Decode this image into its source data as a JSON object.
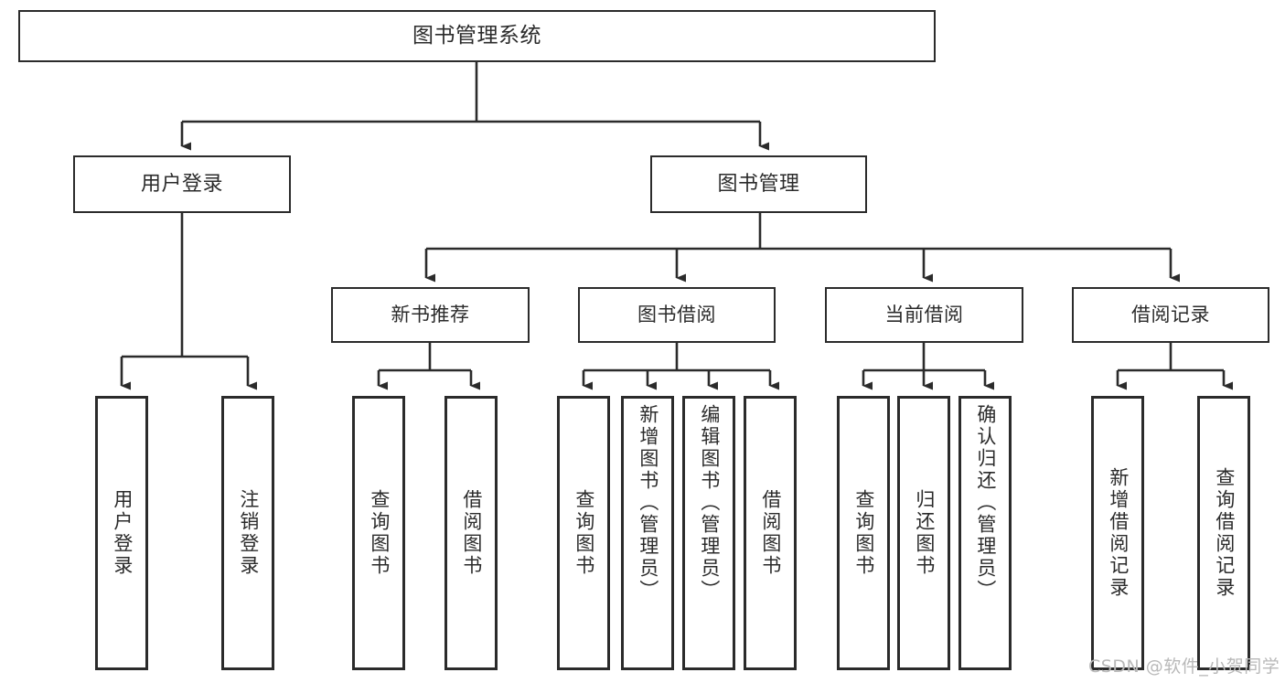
{
  "diagram": {
    "title": "图书管理系统",
    "type": "functional-structure-tree",
    "root": {
      "id": "root",
      "label": "图书管理系统"
    },
    "level2": [
      {
        "id": "user-login",
        "label": "用户登录"
      },
      {
        "id": "book-manage",
        "label": "图书管理"
      }
    ],
    "level3": [
      {
        "id": "new-book-recommend",
        "label": "新书推荐"
      },
      {
        "id": "book-borrow",
        "label": "图书借阅"
      },
      {
        "id": "current-borrow",
        "label": "当前借阅"
      },
      {
        "id": "borrow-record",
        "label": "借阅记录"
      }
    ],
    "leaves": [
      {
        "id": "leaf-user-login",
        "label": "用户登录",
        "parent": "user-login"
      },
      {
        "id": "leaf-user-logout",
        "label": "注销登录",
        "parent": "user-login"
      },
      {
        "id": "leaf-query-book-1",
        "label": "查询图书",
        "parent": "new-book-recommend"
      },
      {
        "id": "leaf-borrow-book-1",
        "label": "借阅图书",
        "parent": "new-book-recommend"
      },
      {
        "id": "leaf-query-book-2",
        "label": "查询图书",
        "parent": "book-borrow"
      },
      {
        "id": "leaf-add-book",
        "label": "新增图书（管理员）",
        "parent": "book-borrow"
      },
      {
        "id": "leaf-edit-book",
        "label": "编辑图书（管理员）",
        "parent": "book-borrow"
      },
      {
        "id": "leaf-borrow-book-2",
        "label": "借阅图书",
        "parent": "book-borrow"
      },
      {
        "id": "leaf-query-book-3",
        "label": "查询图书",
        "parent": "current-borrow"
      },
      {
        "id": "leaf-return-book",
        "label": "归还图书",
        "parent": "current-borrow"
      },
      {
        "id": "leaf-confirm-return",
        "label": "确认归还（管理员）",
        "parent": "current-borrow"
      },
      {
        "id": "leaf-add-record",
        "label": "新增借阅记录",
        "parent": "borrow-record"
      },
      {
        "id": "leaf-query-record",
        "label": "查询借阅记录",
        "parent": "borrow-record"
      }
    ],
    "colors": {
      "stroke": "#2b2b2b",
      "fill": "#ffffff",
      "watermark": "#b9b9b9"
    }
  },
  "watermark": {
    "text": "CSDN @软件_小贺同学"
  }
}
